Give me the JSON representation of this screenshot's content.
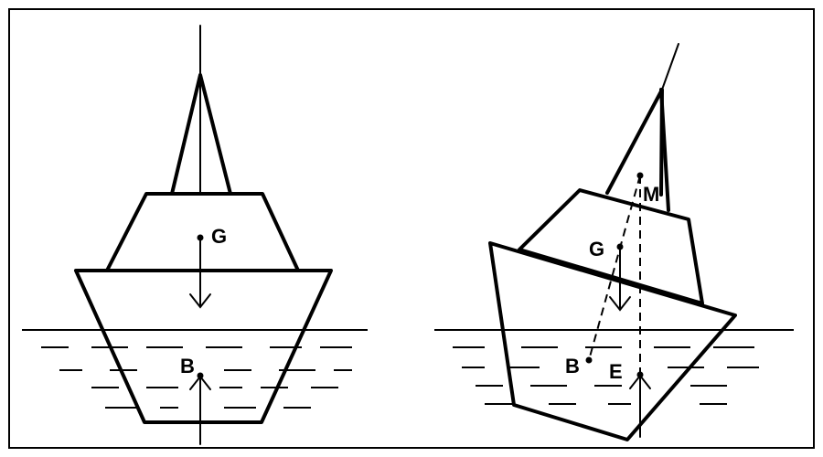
{
  "left_ship": {
    "labels": {
      "gravity_center": "G",
      "buoyancy_center": "B"
    }
  },
  "right_ship": {
    "labels": {
      "metacenter": "M",
      "gravity_center": "G",
      "buoyancy_center": "B",
      "point_e": "E"
    }
  }
}
